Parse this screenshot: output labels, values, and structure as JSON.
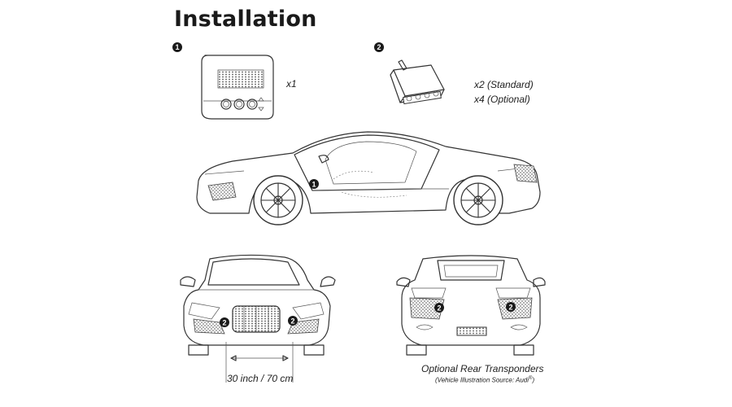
{
  "title": "Installation",
  "parts": [
    {
      "number": "1",
      "quantity_lines": [
        "x1"
      ]
    },
    {
      "number": "2",
      "quantity_lines": [
        "x2 (Standard)",
        "x4 (Optional)"
      ]
    }
  ],
  "callouts": {
    "side_view": "1",
    "front_view": "2",
    "rear_view": "2"
  },
  "front_measurement": "30 inch / 70 cm",
  "rear_caption": "Optional Rear Transponders",
  "source_credit": "(Vehicle Illustration Source: Audi",
  "source_credit_suffix": "®",
  "source_credit_close": ")"
}
